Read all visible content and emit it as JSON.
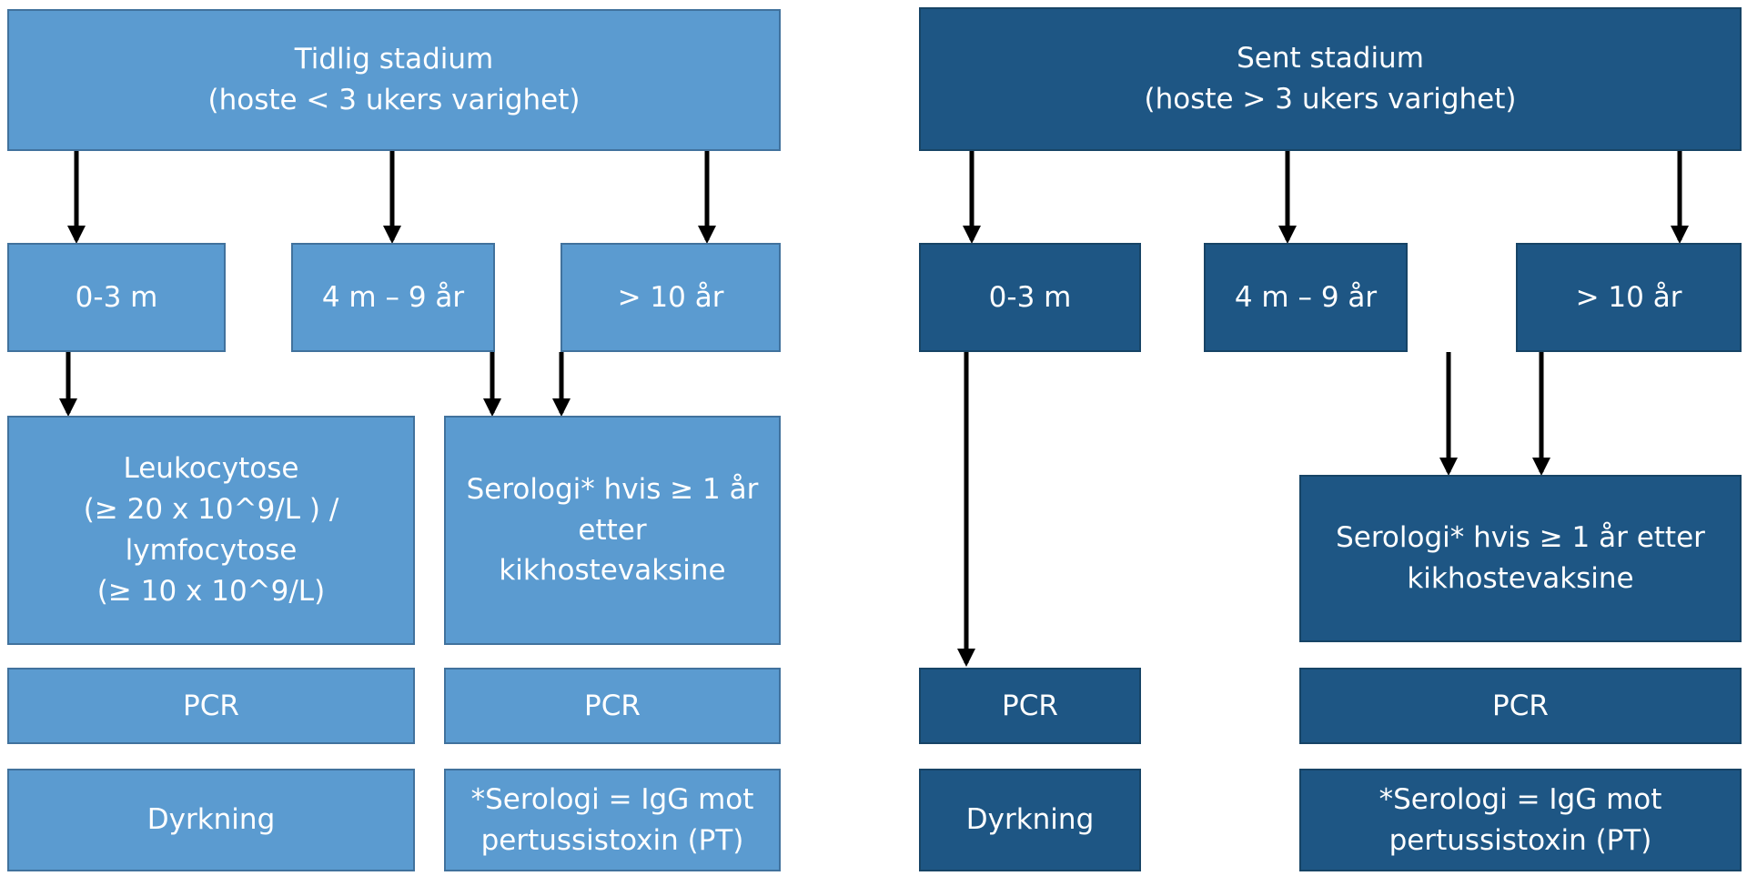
{
  "early": {
    "header": "Tidlig stadium\n(hoste < 3 ukers varighet)",
    "ages": [
      "0-3 m",
      "4 m – 9 år",
      "> 10 år"
    ],
    "leukocytose": "Leukocytose\n(≥ 20 x 10^9/L ) /\nlymfocytose\n(≥ 10 x 10^9/L)",
    "serologi": "Serologi* hvis ≥ 1 år\netter\nkikhostevaksine",
    "pcr_left": "PCR",
    "pcr_right": "PCR",
    "dyrkning": "Dyrkning",
    "footnote": "*Serologi = IgG mot\npertussistoxin (PT)"
  },
  "late": {
    "header": "Sent stadium\n(hoste > 3 ukers varighet)",
    "ages": [
      "0-3 m",
      "4 m – 9 år",
      "> 10 år"
    ],
    "serologi": "Serologi* hvis ≥ 1 år etter\nkikhostevaksine",
    "pcr_left": "PCR",
    "pcr_right": "PCR",
    "dyrkning": "Dyrkning",
    "footnote": "*Serologi = IgG mot\npertussistoxin (PT)"
  }
}
